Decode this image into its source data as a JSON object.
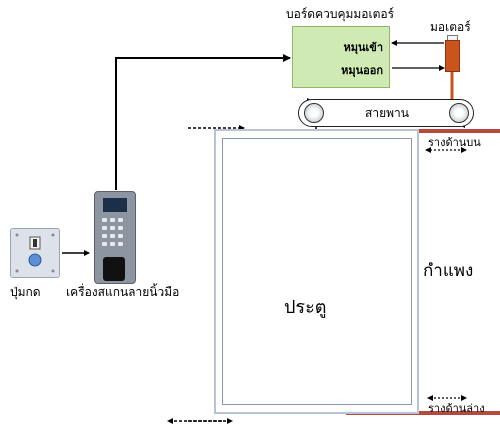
{
  "labels": {
    "board_title": "บอร์ดควบคุมมอเตอร์",
    "rotate_in": "หมุนเข้า",
    "rotate_out": "หมุนออก",
    "motor": "มอเตอร์",
    "belt": "สายพาน",
    "upper_rail": "รางด้านบน",
    "lower_rail": "รางด้านล่าง",
    "wall": "กำแพง",
    "door": "ประตู",
    "exit_button": "ปุ่มกด",
    "fingerprint_scanner": "เครื่องสแกนลายนิ้วมือ"
  },
  "colors": {
    "board_fill": "#cfeab3",
    "motor": "#c9541e",
    "rail": "#b34a3c",
    "door_frame": "#b8c4d6"
  },
  "icons": {
    "exit_button": "push-button-icon",
    "scanner": "fingerprint-scanner-icon"
  }
}
